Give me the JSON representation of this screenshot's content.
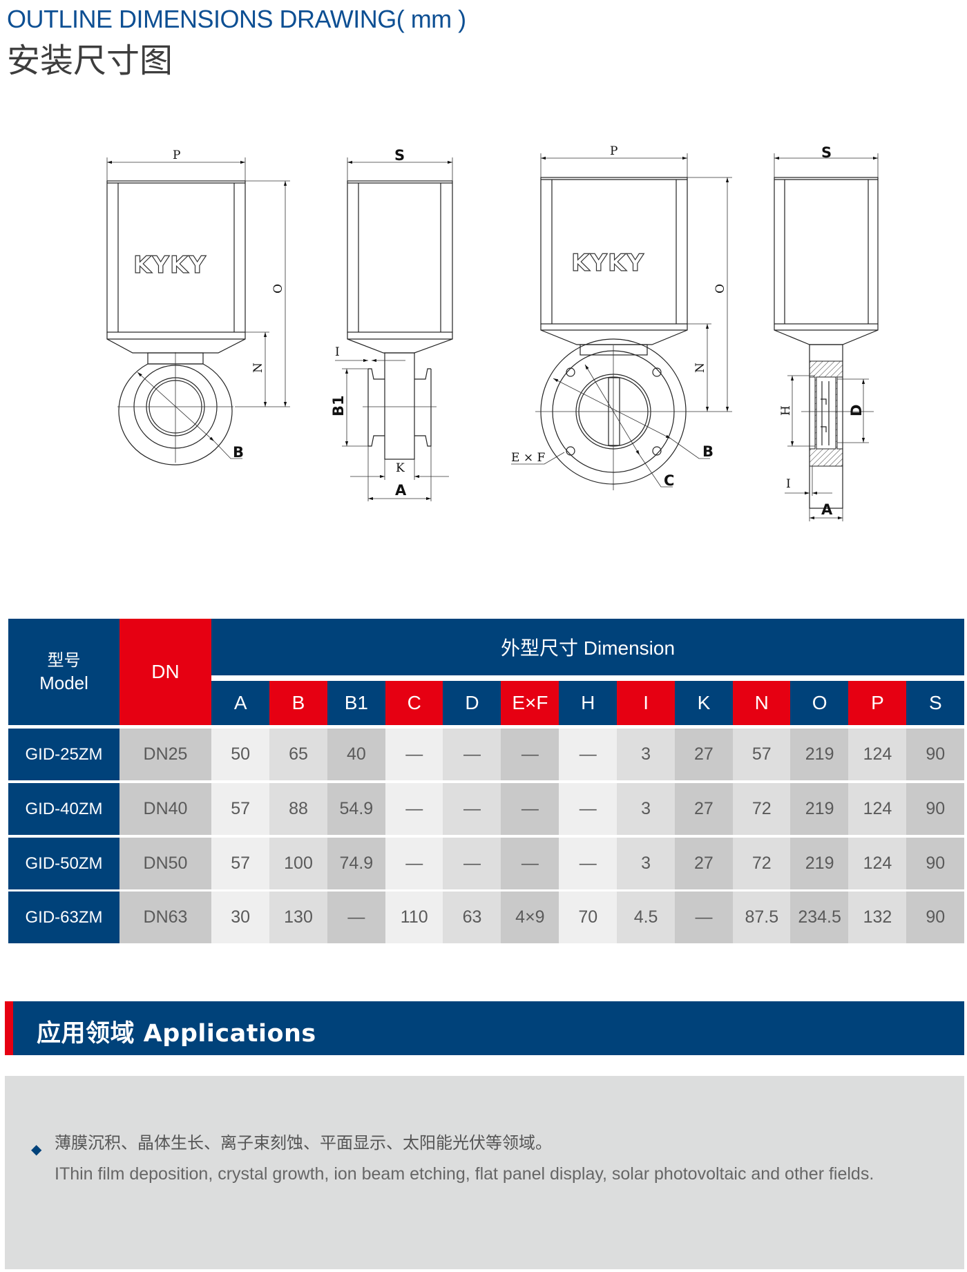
{
  "header": {
    "title_en": "OUTLINE DIMENSIONS DRAWING( mm )",
    "title_cn": "安装尺寸图"
  },
  "drawing": {
    "logo": "KYKY",
    "labels": {
      "P": "P",
      "S": "S",
      "O": "O",
      "N": "N",
      "B": "B",
      "I": "I",
      "B1": "B1",
      "K": "K",
      "A": "A",
      "ExF": "E × F",
      "C": "C",
      "H": "H",
      "D": "D"
    }
  },
  "table": {
    "model_header_cn": "型号",
    "model_header_en": "Model",
    "dn_header": "DN",
    "dimension_header": "外型尺寸 Dimension",
    "colors": {
      "blue": "#00427a",
      "red": "#e60012"
    },
    "columns": [
      {
        "label": "A",
        "color": "blue"
      },
      {
        "label": "B",
        "color": "red"
      },
      {
        "label": "B1",
        "color": "blue"
      },
      {
        "label": "C",
        "color": "red"
      },
      {
        "label": "D",
        "color": "blue"
      },
      {
        "label": "E×F",
        "color": "red"
      },
      {
        "label": "H",
        "color": "blue"
      },
      {
        "label": "I",
        "color": "red"
      },
      {
        "label": "K",
        "color": "blue"
      },
      {
        "label": "N",
        "color": "red"
      },
      {
        "label": "O",
        "color": "blue"
      },
      {
        "label": "P",
        "color": "red"
      },
      {
        "label": "S",
        "color": "blue"
      }
    ],
    "rows": [
      {
        "model": "GID-25ZM",
        "dn": "DN25",
        "values": [
          "50",
          "65",
          "40",
          "—",
          "—",
          "—",
          "—",
          "3",
          "27",
          "57",
          "219",
          "124",
          "90"
        ]
      },
      {
        "model": "GID-40ZM",
        "dn": "DN40",
        "values": [
          "57",
          "88",
          "54.9",
          "—",
          "—",
          "—",
          "—",
          "3",
          "27",
          "72",
          "219",
          "124",
          "90"
        ]
      },
      {
        "model": "GID-50ZM",
        "dn": "DN50",
        "values": [
          "57",
          "100",
          "74.9",
          "—",
          "—",
          "—",
          "—",
          "3",
          "27",
          "72",
          "219",
          "124",
          "90"
        ]
      },
      {
        "model": "GID-63ZM",
        "dn": "DN63",
        "values": [
          "30",
          "130",
          "—",
          "110",
          "63",
          "4×9",
          "70",
          "4.5",
          "—",
          "87.5",
          "234.5",
          "132",
          "90"
        ]
      }
    ]
  },
  "applications": {
    "title": "应用领域  Applications",
    "bullet_icon": "diamond-icon",
    "text_cn": "薄膜沉积、晶体生长、离子束刻蚀、平面显示、太阳能光伏等领域。",
    "text_en": "IThin film deposition, crystal growth, ion beam etching, flat panel display, solar photovoltaic and other fields."
  }
}
